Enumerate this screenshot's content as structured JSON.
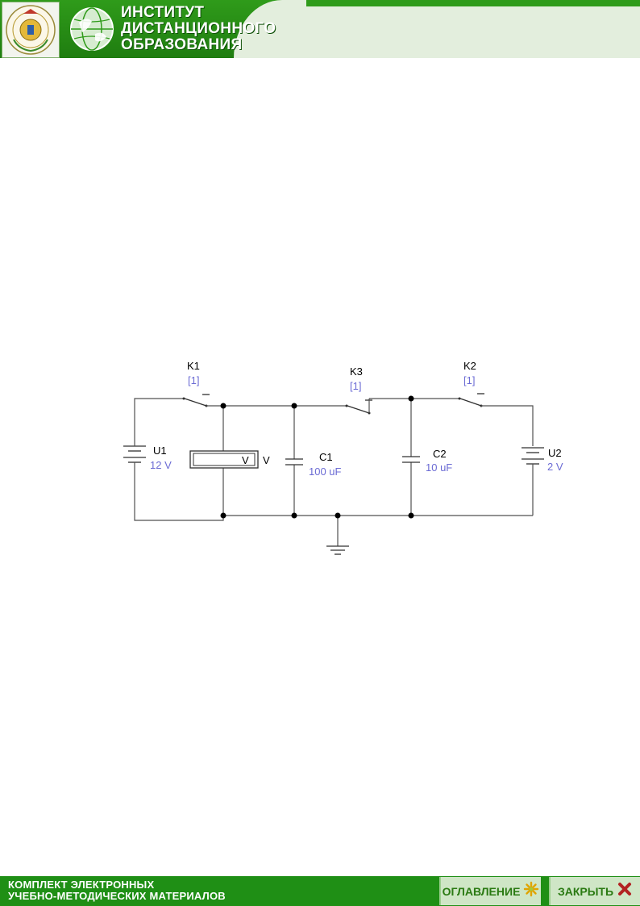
{
  "header": {
    "title_lines": [
      "ИНСТИТУТ",
      "ДИСТАНЦИОННОГО",
      "ОБРАЗОВАНИЯ"
    ]
  },
  "diagram": {
    "switches": [
      {
        "name": "K1",
        "key": "[1]"
      },
      {
        "name": "K3",
        "key": "[1]"
      },
      {
        "name": "K2",
        "key": "[1]"
      }
    ],
    "sources": [
      {
        "name": "U1",
        "value": "12 V"
      },
      {
        "name": "U2",
        "value": "2 V"
      }
    ],
    "capacitors": [
      {
        "name": "C1",
        "value": "100 uF"
      },
      {
        "name": "C2",
        "value": "10 uF"
      }
    ],
    "voltmeter": {
      "display": "V",
      "label": "V"
    }
  },
  "footer": {
    "lines": [
      "КОМПЛЕКТ ЭЛЕКТРОННЫХ",
      "УЧЕБНО-МЕТОДИЧЕСКИХ МАТЕРИАЛОВ"
    ],
    "contents_label": "ОГЛАВЛЕНИЕ",
    "close_label": "ЗАКРЫТЬ"
  },
  "colors": {
    "brand_green": "#1f8f15",
    "value_text": "#6b6bd4",
    "close_icon": "#b22222",
    "contents_icon": "#e0a400"
  },
  "icons": {
    "contents": "asterisk-icon",
    "close": "close-icon",
    "logo": "globe-icon",
    "seal": "institute-seal"
  }
}
